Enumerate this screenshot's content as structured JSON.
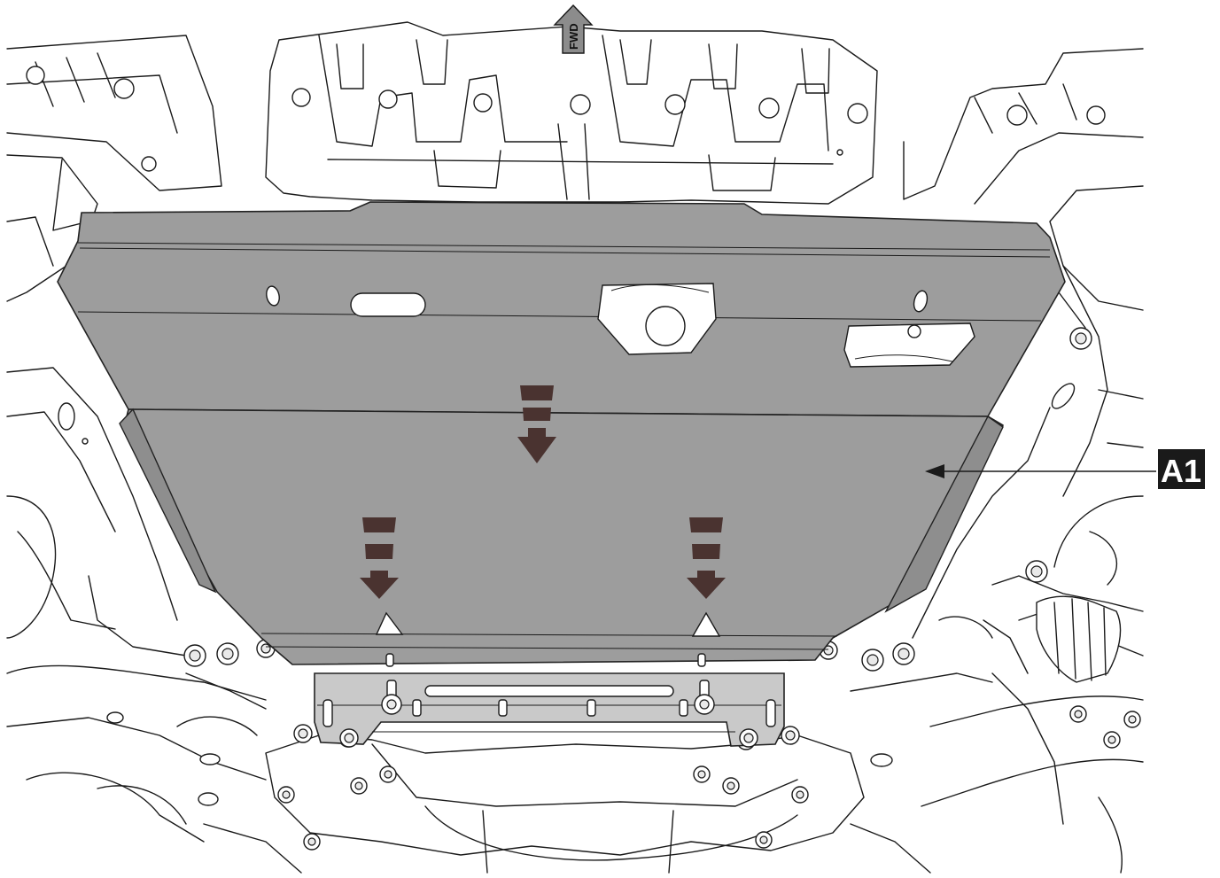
{
  "direction_marker": {
    "text": "FWD",
    "icon": "up-arrow-icon"
  },
  "callout": {
    "label": "A1",
    "label_bg": "#1a1a1a",
    "label_color": "#ffffff"
  },
  "colors": {
    "skid_plate": "#9d9d9d",
    "mounting_bracket": "#c9c9c9",
    "install_arrows": "#4a3330",
    "outline": "#1a1a1a"
  },
  "install_arrows": {
    "count": 3,
    "icon": "down-arrow-icon"
  }
}
